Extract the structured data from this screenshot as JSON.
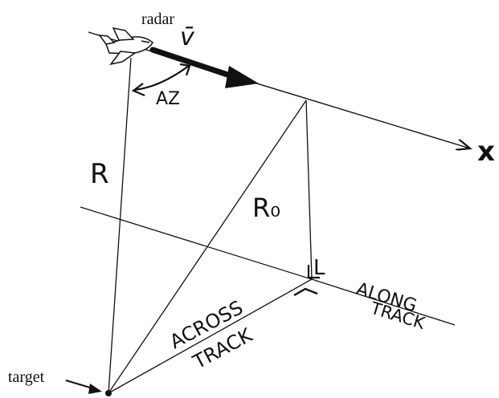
{
  "labels": {
    "radar": "radar",
    "velocity": "v̄",
    "azimuth": "AZ",
    "slant_range": "R",
    "closest_range": "R₀",
    "x_axis": "x",
    "across_track_1": "ACROSS",
    "across_track_2": "TRACK",
    "along_track_1": "ALONG",
    "along_track_2": "TRACK",
    "right_angle": "L",
    "target": "target"
  }
}
